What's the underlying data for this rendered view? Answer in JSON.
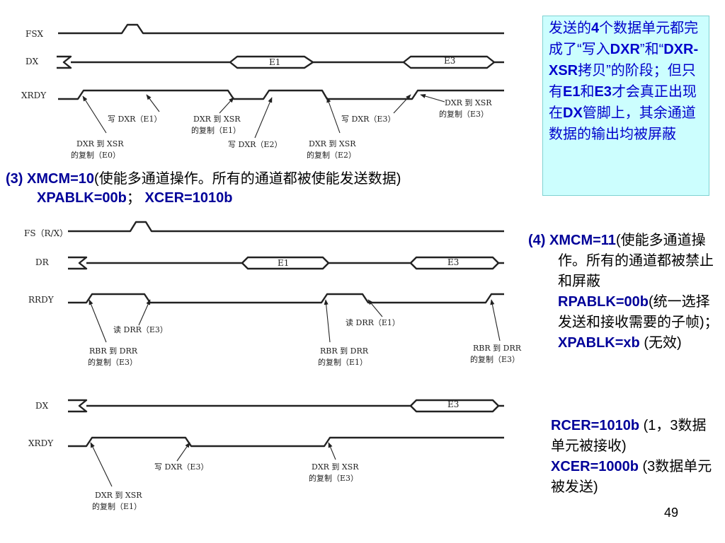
{
  "info_box": {
    "p1": "发送的",
    "p2": "4",
    "p3": "个数据单元都完成了“写入",
    "p4": "DXR",
    "p5": "”和“",
    "p6": "DXR-XSR",
    "p7": "拷贝”的阶段；但只有",
    "p8": "E1",
    "p9": "和",
    "p10": "E3",
    "p11": "才会真正出现在",
    "p12": "DX",
    "p13": "管脚上，其余通道数据的输出均被屏蔽"
  },
  "mode3": {
    "label": "(3) ",
    "xmcm": "XMCM=10",
    "desc": "(使能多通道操作。所有的通道都被使能发送数据)",
    "xpablk": "XPABLK=00b",
    "sep": "；",
    "xcer": "XCER=1010b"
  },
  "mode4": {
    "label": "(4) ",
    "xmcm": "XMCM=11",
    "desc1": "(使能多通道操作。所有的通道都被禁止和屏蔽",
    "rpablk": "RPABLK=00b",
    "desc2": "(统一选择发送和接收需要的子帧)；",
    "xpablk": "XPABLK=xb",
    "desc3": " (无效)",
    "rcer": "RCER=1010b",
    "desc4": " (1，3数据单元被接收)",
    "xcer": "XCER=1000b",
    "desc5": " (3数据单元被发送)"
  },
  "page_number": "49",
  "diagram1": {
    "signals": [
      "FSX",
      "DX",
      "XRDY"
    ],
    "slots": [
      "E1",
      "E3"
    ],
    "notes": {
      "n1_l1": "DXR 到 XSR",
      "n1_l2": "的复制（E0）",
      "n2": "写 DXR（E1）",
      "n3_l1": "DXR 到 XSR",
      "n3_l2": "的复制（E1）",
      "n4": "写 DXR（E2）",
      "n5_l1": "DXR 到 XSR",
      "n5_l2": "的复制（E2）",
      "n6": "写 DXR（E3）",
      "n7_l1": "DXR 到 XSR",
      "n7_l2": "的复制（E3）"
    }
  },
  "diagram2": {
    "signals": [
      "FS（R/X）",
      "DR",
      "RRDY"
    ],
    "slots": [
      "E1",
      "E3"
    ],
    "notes": {
      "n1_l1": "RBR 到 DRR",
      "n1_l2": "的复制（E3）",
      "n2": "读 DRR（E3）",
      "n3": "读 DRR（E1）",
      "n4_l1": "RBR 到 DRR",
      "n4_l2": "的复制（E1）",
      "n5_l1": "RBR 到 DRR",
      "n5_l2": "的复制（E3）"
    }
  },
  "diagram3": {
    "signals": [
      "DX",
      "XRDY"
    ],
    "slots": [
      "E3"
    ],
    "notes": {
      "n1": "写 DXR（E3）",
      "n2_l1": "DXR 到 XSR",
      "n2_l2": "的复制（E3）",
      "n3_l1": "DXR 到 XSR",
      "n3_l2": "的复制（E1）"
    }
  }
}
